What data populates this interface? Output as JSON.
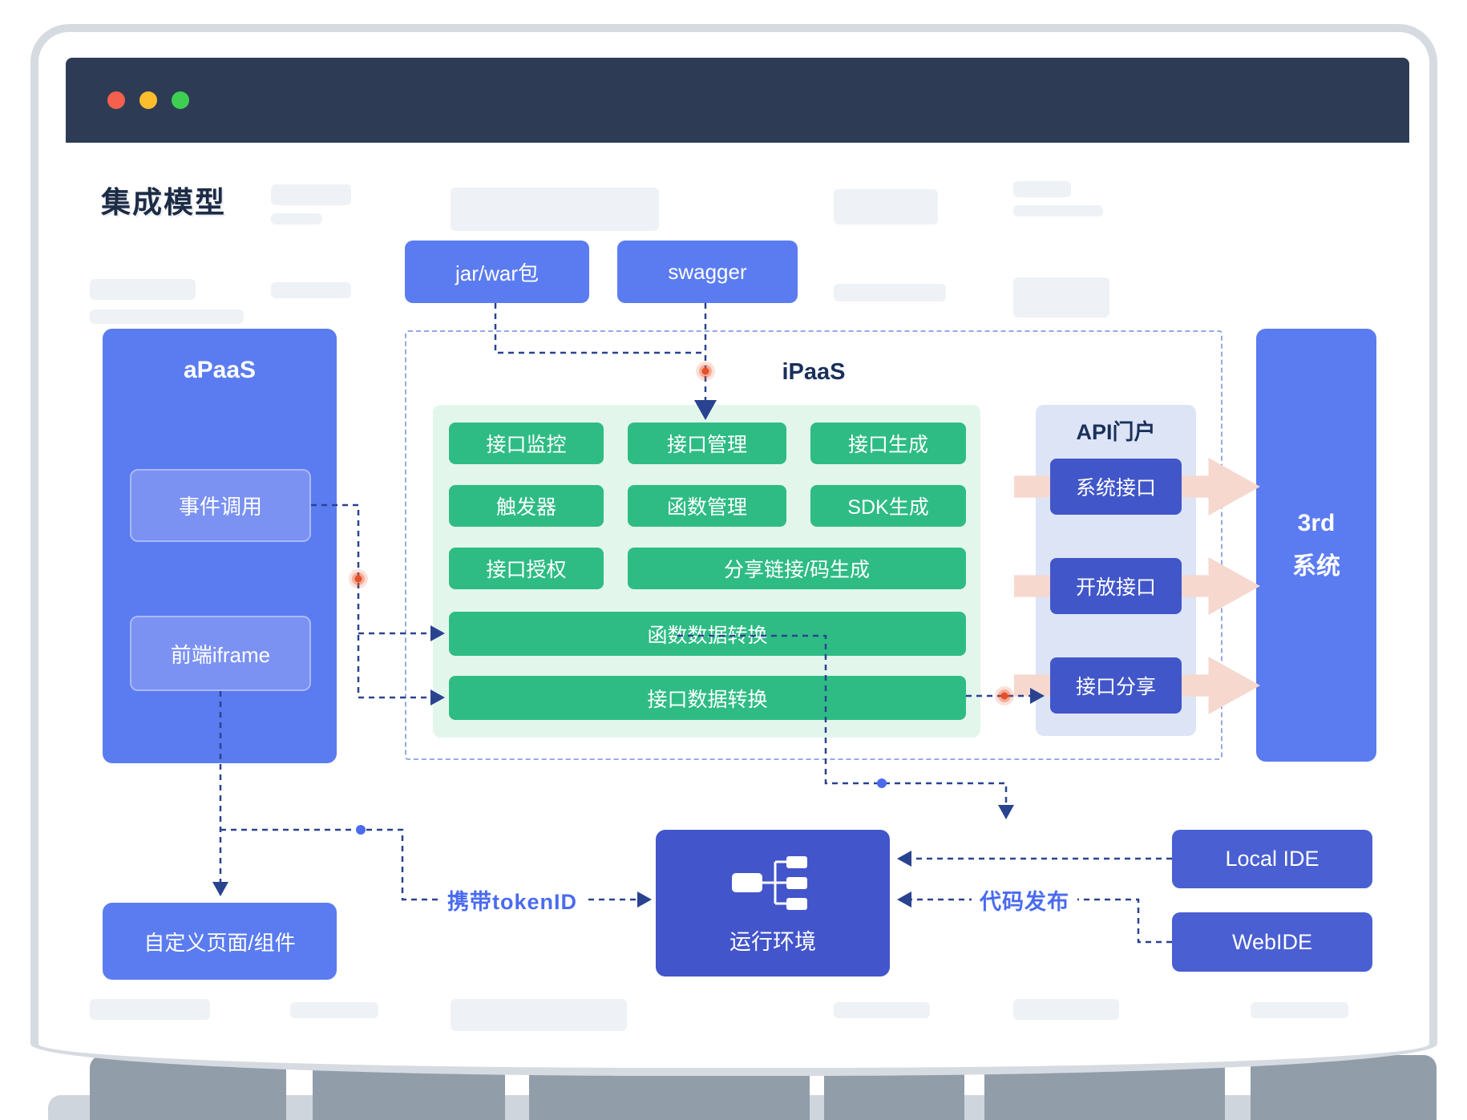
{
  "page": {
    "title": "集成模型"
  },
  "sources": {
    "jar": "jar/war包",
    "swagger": "swagger"
  },
  "apaas": {
    "title": "aPaaS",
    "event_call": "事件调用",
    "iframe": "前端iframe"
  },
  "ipaas": {
    "title": "iPaaS",
    "row1": [
      "接口监控",
      "接口管理",
      "接口生成"
    ],
    "row2": [
      "触发器",
      "函数管理",
      "SDK生成"
    ],
    "row3": [
      "接口授权",
      "分享链接/码生成"
    ],
    "row4": "函数数据转换",
    "row5": "接口数据转换"
  },
  "api_portal": {
    "title": "API门户",
    "items": [
      "系统接口",
      "开放接口",
      "接口分享"
    ]
  },
  "third_system": {
    "line1": "3rd",
    "line2": "系统"
  },
  "bottom": {
    "custom_page": "自定义页面/组件",
    "runtime": "运行环境",
    "local_ide": "Local IDE",
    "web_ide": "WebIDE"
  },
  "edge_labels": {
    "token": "携带tokenID",
    "deploy": "代码发布"
  },
  "colors": {
    "header": "#2d3c54",
    "accent_blue": "#5b7cf0",
    "green": "#2ebc84",
    "green_panel": "#e3f6ec",
    "navy_button": "#4156c8",
    "portal_panel": "#dde4f6",
    "indigo": "#4a5fd2",
    "dash_line": "#2a4390",
    "pink_arrow": "#f6d8cf",
    "pulse_dot": "#e4502a"
  }
}
